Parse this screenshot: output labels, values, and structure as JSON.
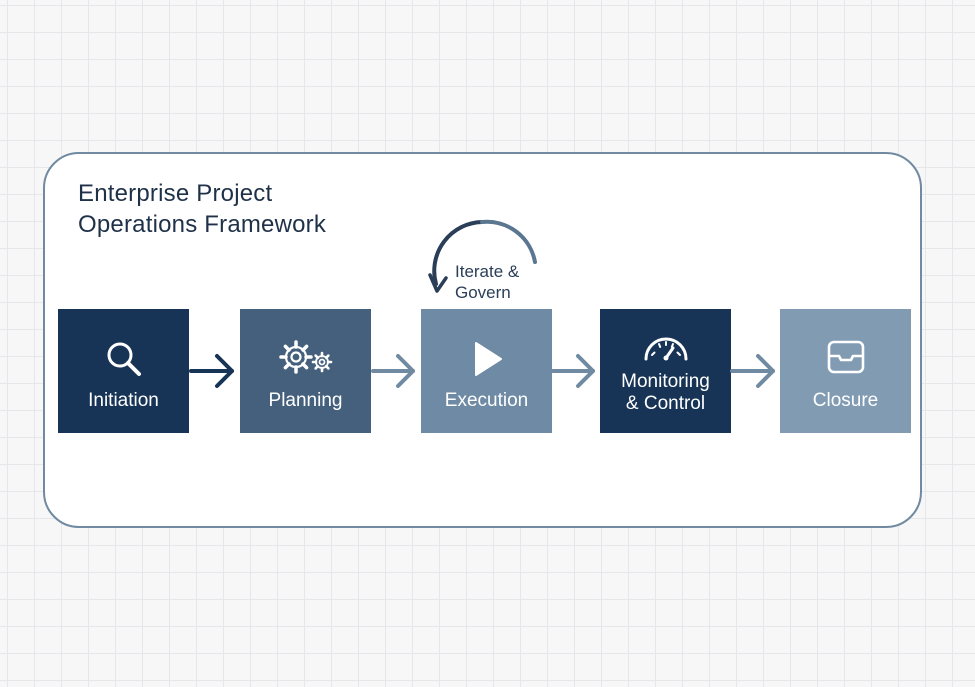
{
  "diagram": {
    "title_lines": [
      "Enterprise Project",
      "Operations Framework"
    ],
    "loop_label_lines": [
      "Iterate &",
      "Govern"
    ],
    "steps": [
      {
        "label_lines": [
          "Initiation"
        ],
        "icon": "search-icon",
        "color": "#173456"
      },
      {
        "label_lines": [
          "Planning"
        ],
        "icon": "gears-icon",
        "color": "#45607c"
      },
      {
        "label_lines": [
          "Execution"
        ],
        "icon": "play-icon",
        "color": "#6e8aa4"
      },
      {
        "label_lines": [
          "Monitoring",
          "& Control"
        ],
        "icon": "gauge-icon",
        "color": "#173456"
      },
      {
        "label_lines": [
          "Closure"
        ],
        "icon": "inbox-icon",
        "color": "#819bb3"
      }
    ],
    "colors": {
      "frame_border": "#6f8aa1",
      "text_dark": "#1f3148",
      "arrow_dark": "#173456",
      "arrow_light": "#6f8aa1"
    }
  }
}
